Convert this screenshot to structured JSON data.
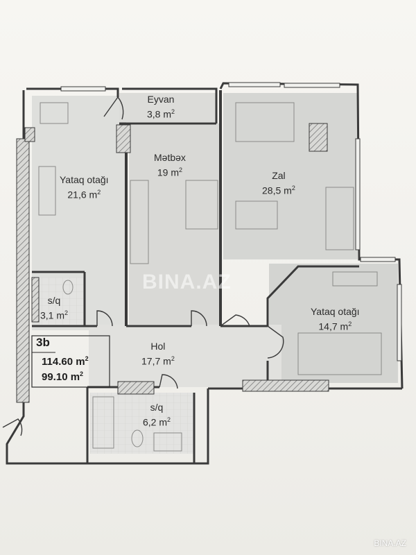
{
  "rooms": {
    "eyvan": {
      "name": "Eyvan",
      "area": "3,8 m",
      "unit_power": "2"
    },
    "metbex": {
      "name": "Mətbəx",
      "area": "19 m",
      "unit_power": "2"
    },
    "zal": {
      "name": "Zal",
      "area": "28,5 m",
      "unit_power": "2"
    },
    "yataq1": {
      "name": "Yataq otağı",
      "area": "21,6 m",
      "unit_power": "2"
    },
    "sq1": {
      "name": "s/q",
      "area": "3,1 m",
      "unit_power": "2"
    },
    "yataq2": {
      "name": "Yataq otağı",
      "area": "14,7 m",
      "unit_power": "2"
    },
    "hol": {
      "name": "Hol",
      "area": "17,7 m",
      "unit_power": "2"
    },
    "sq2": {
      "name": "s/q",
      "area": "6,2 m",
      "unit_power": "2"
    }
  },
  "apartment": {
    "code": "3b",
    "total_area": "114.60 m",
    "living_area": "99.10 m",
    "unit_power": "2"
  },
  "watermark": "BINA.AZ",
  "corner_mark": "BINA.AZ",
  "colors": {
    "wall": "#3a3a3a",
    "floor": "#dcdcd8",
    "hatch": "#555555"
  }
}
